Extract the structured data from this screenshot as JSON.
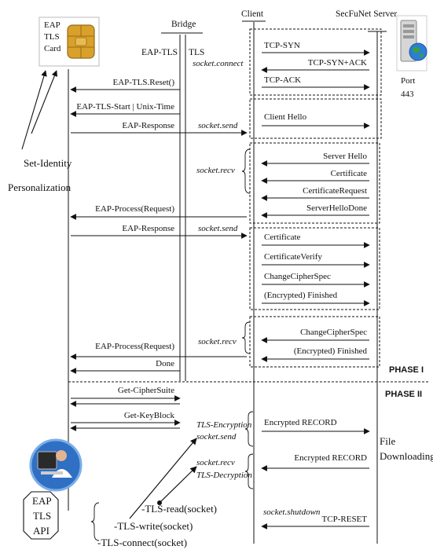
{
  "headers": {
    "bridge": "Bridge",
    "client": "Client",
    "server": "SecFuNet Server",
    "eap_tls": "EAP-TLS",
    "tls": "TLS"
  },
  "card": {
    "line1": "EAP",
    "line2": "TLS",
    "line3": "Card"
  },
  "server_port": {
    "line1": "Port",
    "line2": "443"
  },
  "left_labels": {
    "set_identity": "Set-Identity",
    "personalization": "Personalization"
  },
  "api": {
    "line1": "EAP",
    "line2": "TLS",
    "line3": "API"
  },
  "card_bridge_msgs": [
    "EAP-TLS.Reset()",
    "EAP-TLS-Start | Unix-Time",
    "EAP-Response",
    "EAP-Process(Request)",
    "EAP-Response",
    "EAP-Process(Request)",
    "Done",
    "Get-CipherSuite",
    "Get-KeyBlock"
  ],
  "socket_labels": [
    "socket.connect",
    "socket.send",
    "socket.recv",
    "socket.send",
    "socket.recv",
    "TLS-Encryption",
    "socket.send",
    "socket.recv",
    "TLS-Decryption",
    "socket.shutdown"
  ],
  "client_server_msgs": [
    "TCP-SYN",
    "TCP-SYN+ACK",
    "TCP-ACK",
    "Client Hello",
    "Server Hello",
    "Certificate",
    "CertificateRequest",
    "ServerHelloDone",
    "Certificate",
    "CertificateVerify",
    "ChangeCipherSpec",
    "(Encrypted) Finished",
    "ChangeCipherSpec",
    "(Encrypted) Finished",
    "Encrypted RECORD",
    "Encrypted RECORD",
    "TCP-RESET"
  ],
  "phases": {
    "phase1": "PHASE I",
    "phase2": "PHASE  II"
  },
  "file_download": {
    "line1": "File",
    "line2": "Downloading"
  },
  "api_calls": [
    "-TLS-read(socket)",
    "-TLS-write(socket)",
    "-TLS-connect(socket)"
  ],
  "colors": {
    "line": "#111111",
    "chip_gold": "#d8a12c",
    "chip_dark": "#9a6a12",
    "globe_blue": "#2c7ed6",
    "globe_green": "#3aa040",
    "person_bg": "#2f6fc4",
    "person_skin": "#e2b48f",
    "screen": "#2a2a2a"
  },
  "icons": [
    "sim-chip-icon",
    "server-globe-icon",
    "user-computer-icon"
  ]
}
